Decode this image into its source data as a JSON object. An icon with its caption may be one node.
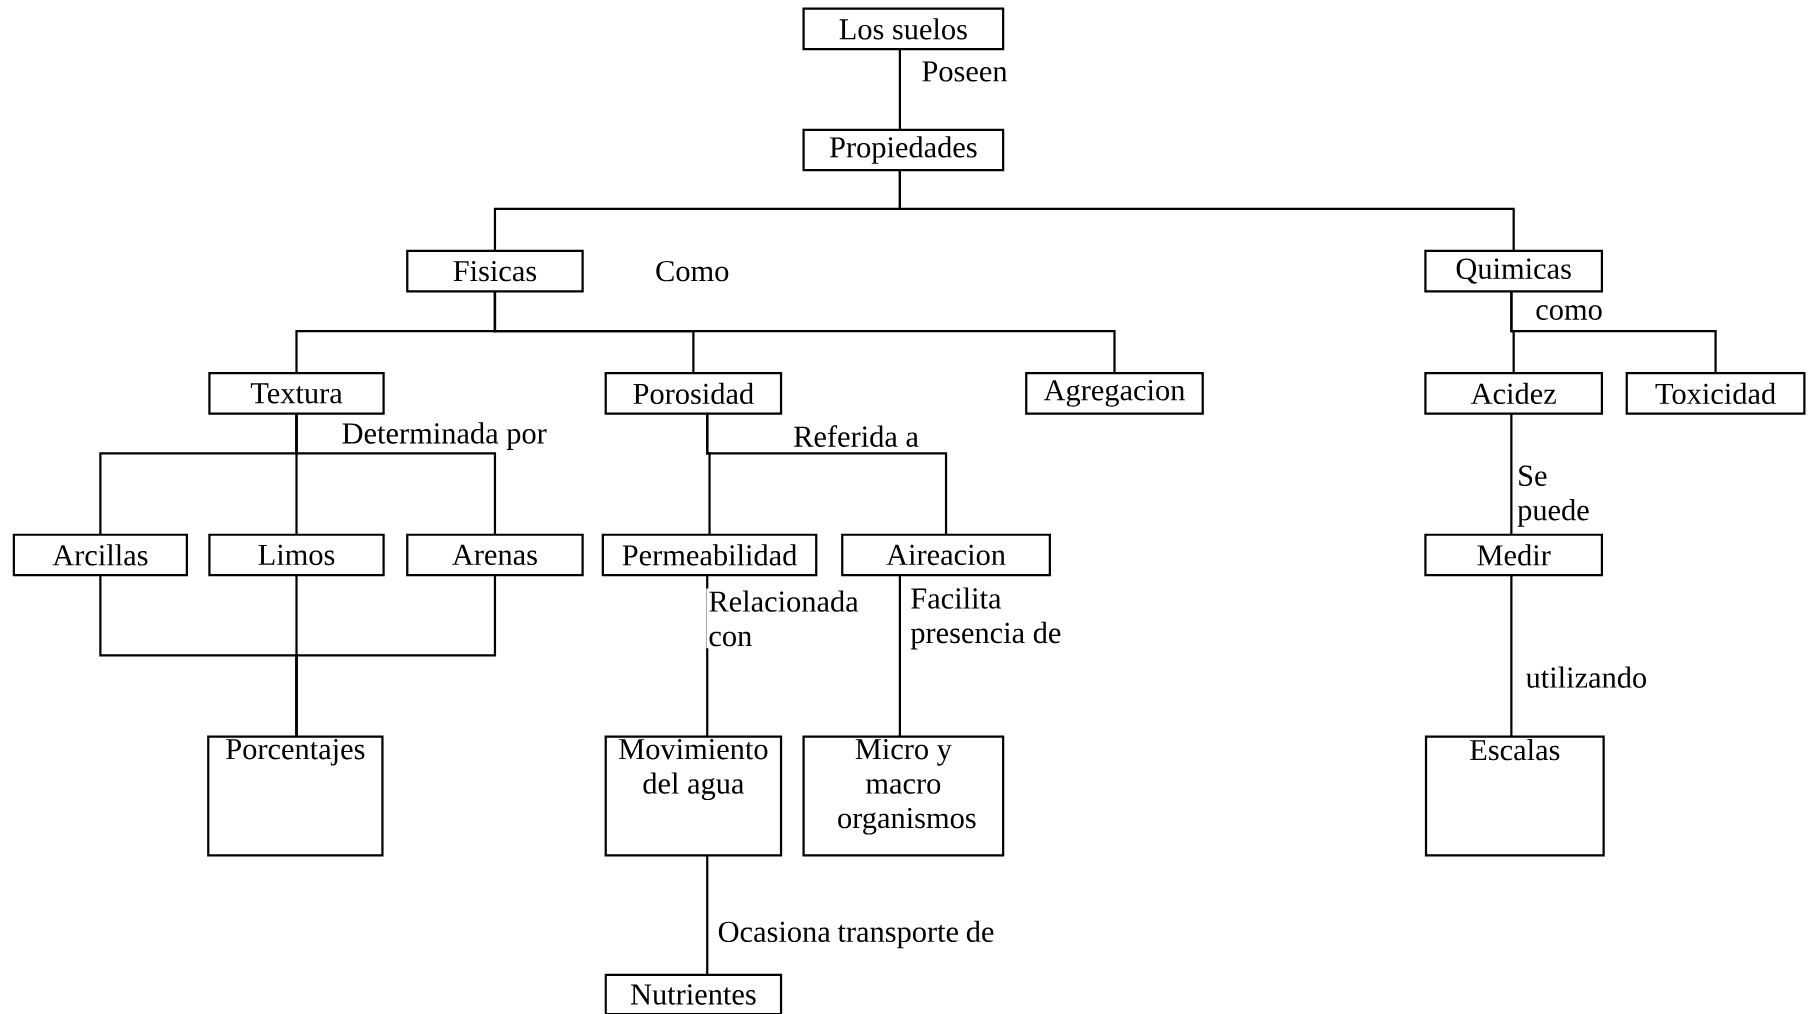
{
  "diagram": {
    "nodes": [
      {
        "text": [
          "Los suelos"
        ]
      },
      {
        "text": [
          "Propiedades"
        ]
      },
      {
        "text": [
          "Fisicas"
        ]
      },
      {
        "text": [
          "Quimicas"
        ]
      },
      {
        "text": [
          "Textura"
        ]
      },
      {
        "text": [
          "Porosidad"
        ]
      },
      {
        "text": [
          "Agregacion"
        ]
      },
      {
        "text": [
          "Acidez"
        ]
      },
      {
        "text": [
          "Toxicidad"
        ]
      },
      {
        "text": [
          "Arcillas"
        ]
      },
      {
        "text": [
          "Limos"
        ]
      },
      {
        "text": [
          "Arenas"
        ]
      },
      {
        "text": [
          "Permeabilidad"
        ]
      },
      {
        "text": [
          "Aireacion"
        ]
      },
      {
        "text": [
          "Medir"
        ]
      },
      {
        "text": [
          "Porcentajes"
        ]
      },
      {
        "text": [
          "Movimiento del agua"
        ]
      },
      {
        "text": [
          "Micro y macro organismos"
        ]
      },
      {
        "text": [
          "Escalas"
        ]
      },
      {
        "text": [
          "Nutrientes"
        ]
      }
    ],
    "edges": [
      {
        "from": 0,
        "to": 1,
        "arrow": "none",
        "label": "Poseen"
      },
      {
        "from": 1,
        "to": 2,
        "arrow": "none"
      },
      {
        "from": 1,
        "to": 3,
        "arrow": "none"
      },
      {
        "from": 2,
        "to": 4,
        "arrow": "none"
      },
      {
        "from": 2,
        "to": 5,
        "arrow": "none"
      },
      {
        "from": 2,
        "to": 6,
        "arrow": "none"
      },
      {
        "from": 3,
        "to": 7,
        "arrow": "none",
        "label": "como"
      },
      {
        "from": 3,
        "to": 8,
        "arrow": "none"
      },
      {
        "from": 4,
        "to": 9,
        "arrow": "none",
        "label": "Determinada por"
      },
      {
        "from": 4,
        "to": 10,
        "arrow": "none"
      },
      {
        "from": 4,
        "to": 11,
        "arrow": "none"
      },
      {
        "from": 9,
        "to": 15,
        "arrow": "none"
      },
      {
        "from": 10,
        "to": 15,
        "arrow": "none"
      },
      {
        "from": 11,
        "to": 15,
        "arrow": "none"
      },
      {
        "from": 5,
        "to": 12,
        "arrow": "none"
      },
      {
        "from": 5,
        "to": 13,
        "arrow": "none",
        "label": "Referida a"
      },
      {
        "from": 12,
        "to": 16,
        "arrow": "none",
        "label": "Relacionada con"
      },
      {
        "from": 13,
        "to": 17,
        "arrow": "none",
        "label": "Facilita presencia de"
      },
      {
        "from": 16,
        "to": 19,
        "arrow": "none",
        "label": "Ocasiona transporte de"
      },
      {
        "from": 7,
        "to": 14,
        "arrow": "none",
        "label": "Se puede"
      },
      {
        "from": 14,
        "to": 18,
        "arrow": "none",
        "label": "utilizando"
      }
    ],
    "labels": [
      "Como"
    ]
  }
}
